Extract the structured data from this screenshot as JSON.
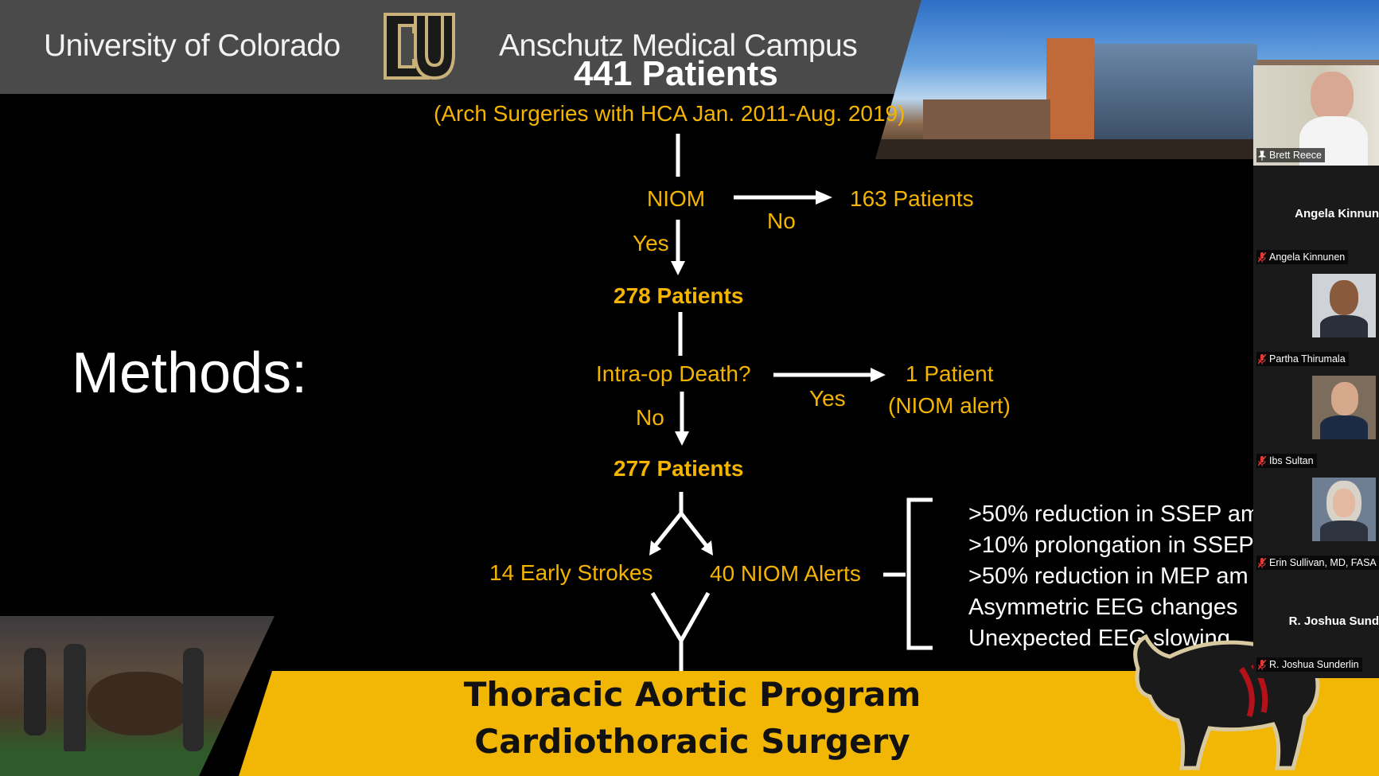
{
  "slide": {
    "header": {
      "left_text": "University of Colorado",
      "logo_letters": "CU",
      "right_text": "Anschutz Medical Campus"
    },
    "title": "441 Patients",
    "subtitle": "(Arch Surgeries with HCA Jan. 2011-Aug. 2019)",
    "flow": {
      "niom": "NIOM",
      "niom_no_label": "No",
      "niom_no_result": "163 Patients",
      "niom_yes_label": "Yes",
      "after_niom": "278 Patients",
      "death_question": "Intra-op Death?",
      "death_yes_label": "Yes",
      "death_yes_result_line1": "1 Patient",
      "death_yes_result_line2": "(NIOM alert)",
      "death_no_label": "No",
      "after_death": "277 Patients",
      "strokes": "14 Early Strokes",
      "alerts": "40 NIOM Alerts"
    },
    "methods_label": "Methods:",
    "criteria": [
      ">50% reduction in SSEP am",
      ">10% prolongation in SSEP",
      ">50% reduction in MEP am",
      "Asymmetric EEG changes",
      "Unexpected EEG slowing"
    ],
    "footer": {
      "line1": "Thoracic Aortic Program",
      "line2": "Cardiothoracic Surgery"
    }
  },
  "participants": [
    {
      "name": "Brett Reece",
      "video": true,
      "active_speaker": true,
      "muted": false,
      "pin_icon": "pin-icon"
    },
    {
      "name": "Angela Kinnunen",
      "video": false,
      "display_name": "Angela Kinnun",
      "muted": true
    },
    {
      "name": "Partha Thirumala",
      "video": true,
      "muted": true
    },
    {
      "name": "Ibs Sultan",
      "video": true,
      "muted": true
    },
    {
      "name": "Erin Sullivan, MD, FASA",
      "video": true,
      "muted": true
    },
    {
      "name": "R. Joshua Sunderlin",
      "video": false,
      "display_name": "R. Joshua Sund",
      "muted": true
    }
  ],
  "colors": {
    "flow_text": "#f5b400",
    "banner": "#4a4a4b",
    "footer_bar": "#f2b705",
    "muted_icon": "#e53935",
    "active_speaker_border": "#8bc34a"
  }
}
